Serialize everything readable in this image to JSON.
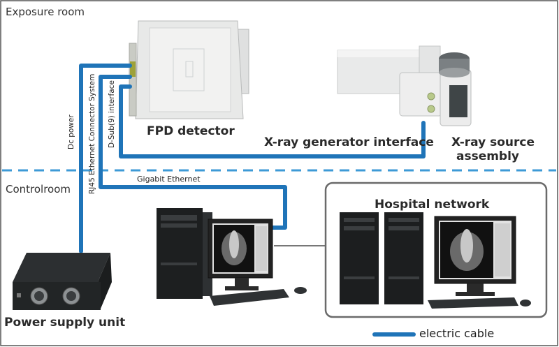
{
  "zones": {
    "exposure_room": "Exposure room",
    "control_room": "Controlroom"
  },
  "devices": {
    "fpd_detector": "FPD detector",
    "xray_generator_interface": "X-ray generator interface",
    "xray_source_line1": "X-ray source",
    "xray_source_line2": "assembly",
    "power_supply_unit": "Power supply unit",
    "hospital_network": "Hospital network"
  },
  "cables": {
    "dc_power": "Dc power",
    "rj45": "RJ45 Ethernet Connector System",
    "dsub": "D-Sub(9) interface",
    "gigabit": "Gigabit Ethernet"
  },
  "legend": {
    "label": "electric cable",
    "color": "#1f74b8"
  },
  "colors": {
    "cable": "#1f74b8",
    "divider": "#3d9ad6",
    "frame": "#555555"
  },
  "icons": [
    "fpd-detector-icon",
    "xray-source-icon",
    "power-supply-icon",
    "workstation-icon",
    "hospital-network-icon"
  ]
}
